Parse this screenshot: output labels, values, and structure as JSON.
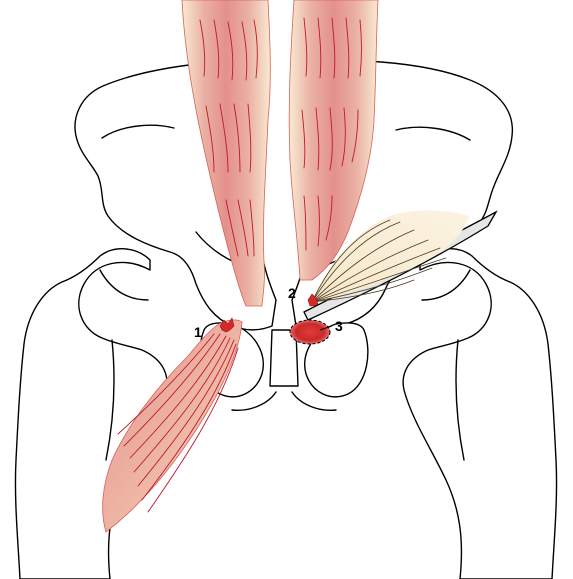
{
  "labels": {
    "one": "1",
    "two": "2",
    "three": "3"
  },
  "colors": {
    "muscle_core": "#e79a95",
    "muscle_edge": "#f8ead2",
    "fiber": "#c0182a",
    "injury": "#d42a2a",
    "outline": "#000000",
    "ligament": "#e6e6e6"
  }
}
